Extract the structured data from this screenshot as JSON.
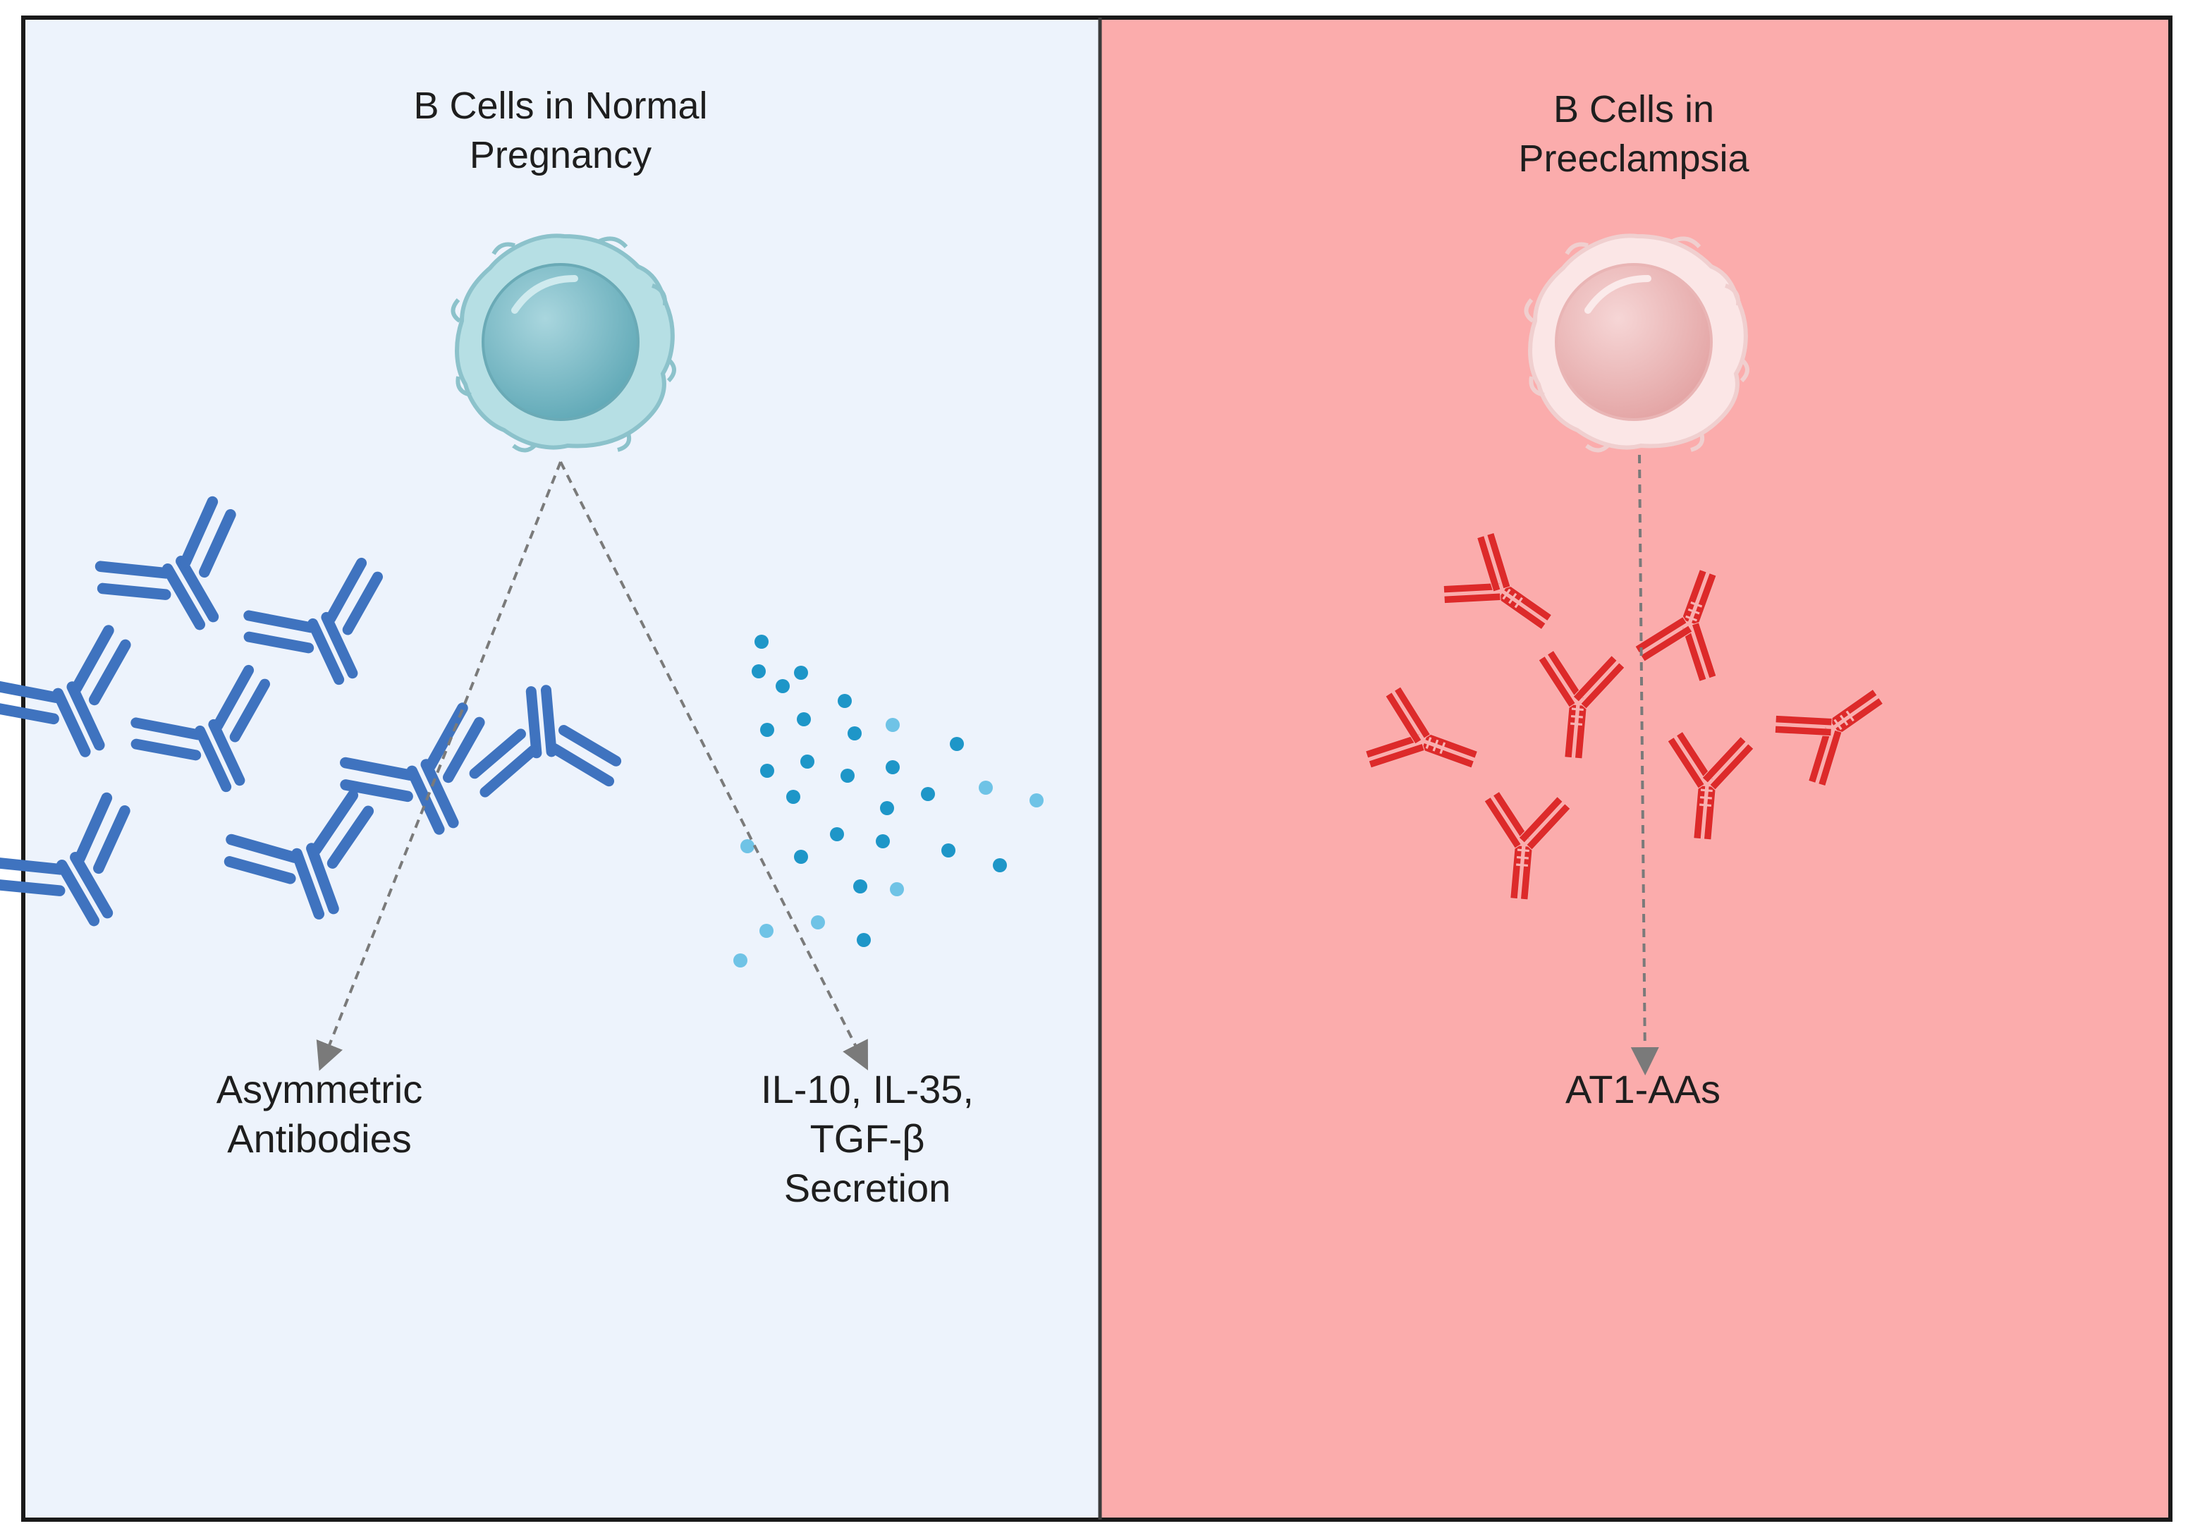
{
  "left_panel": {
    "title": "B Cells in Normal\nPregnancy",
    "label_antibodies": "Asymmetric\nAntibodies",
    "label_cytokines": "IL-10, IL-35,\nTGF-β\nSecretion",
    "background": "#edf3fc",
    "antibody_color": "#3f73bf",
    "dot_color": "#1e96c8",
    "cell_color": "#9ccfd6"
  },
  "right_panel": {
    "title": "B Cells in\nPreeclampsia",
    "label_autoantibodies": "AT1-AAs",
    "background": "#fbacac",
    "antibody_color": "#dd2a2a",
    "cell_color": "#f3d2d2"
  },
  "icons": [
    "b-cell-icon",
    "antibody-icon",
    "cytokine-dot-icon",
    "arrow-icon"
  ]
}
